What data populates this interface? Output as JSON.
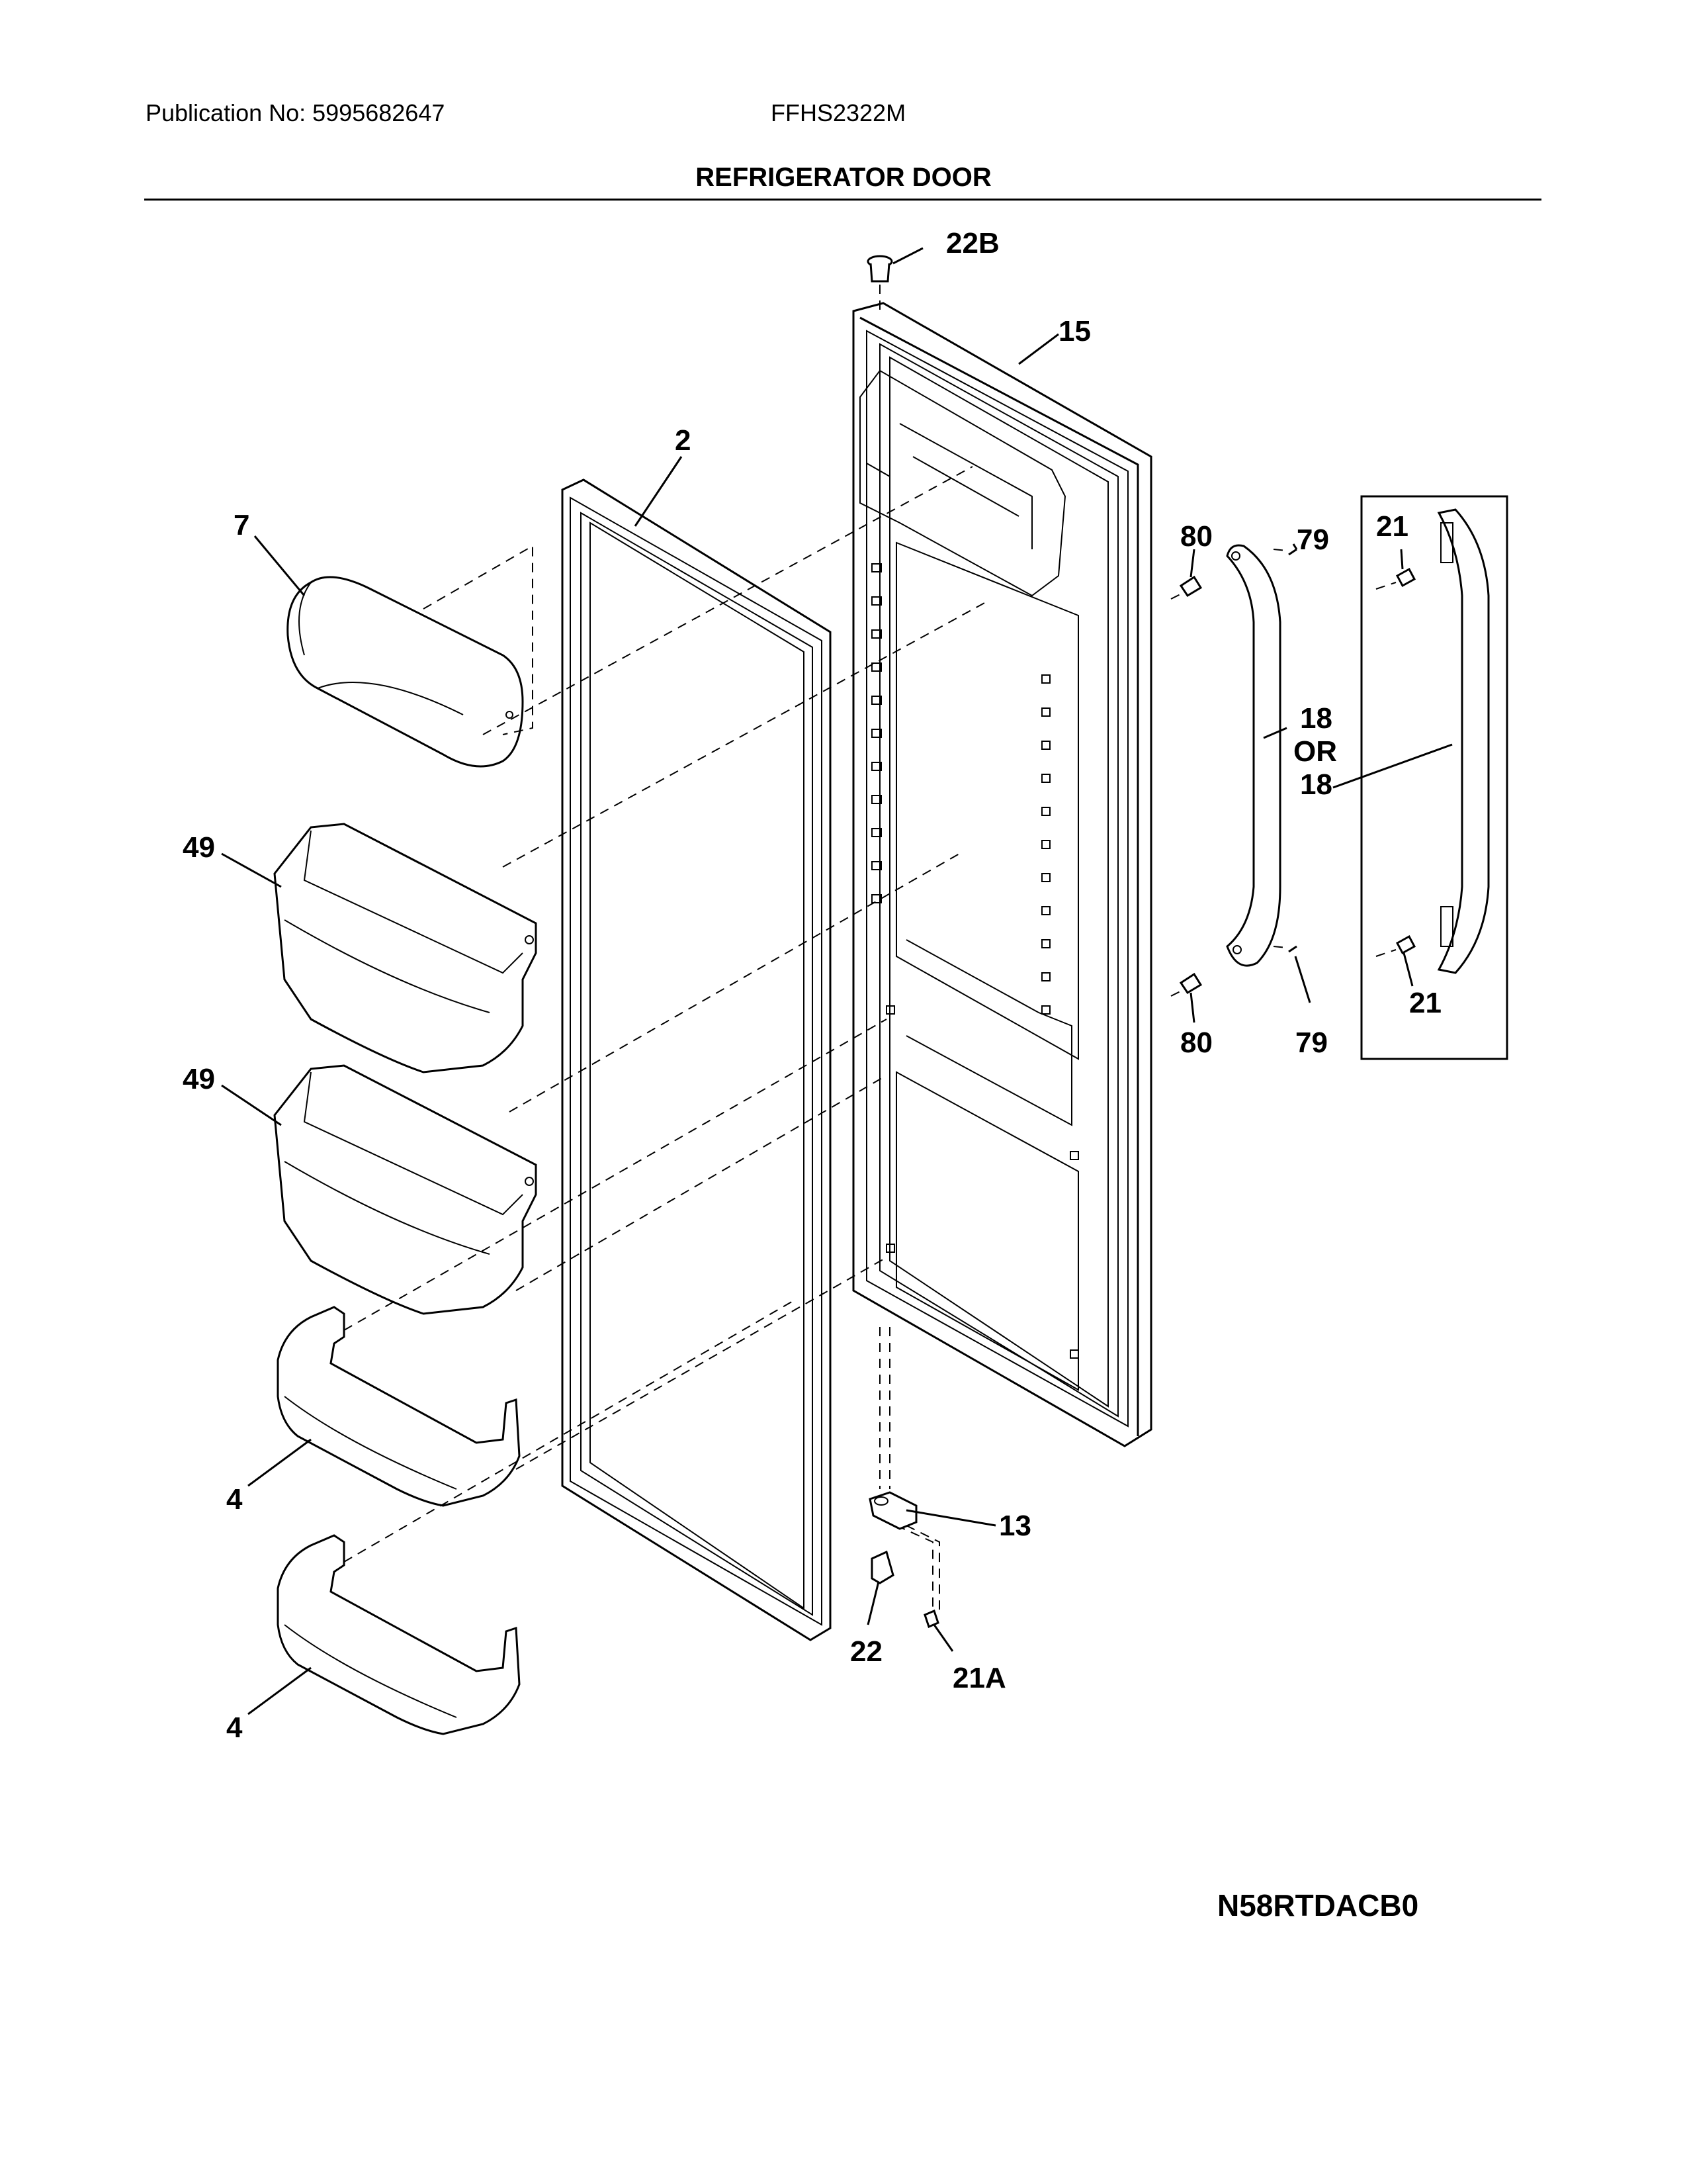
{
  "header": {
    "publication": "Publication No: 5995682647",
    "model": "FFHS2322M",
    "title": "REFRIGERATOR DOOR"
  },
  "footer": {
    "code": "N58RTDACB0"
  },
  "callouts": {
    "c22b": "22B",
    "c15": "15",
    "c2": "2",
    "c7": "7",
    "c80a": "80",
    "c79a": "79",
    "c21a": "21",
    "c18a": "18",
    "cor": "OR",
    "c18b": "18",
    "c49a": "49",
    "c49b": "49",
    "c80b": "80",
    "c79b": "79",
    "c21b": "21",
    "c4a": "4",
    "c4b": "4",
    "c13": "13",
    "c22": "22",
    "c21aa": "21A"
  }
}
